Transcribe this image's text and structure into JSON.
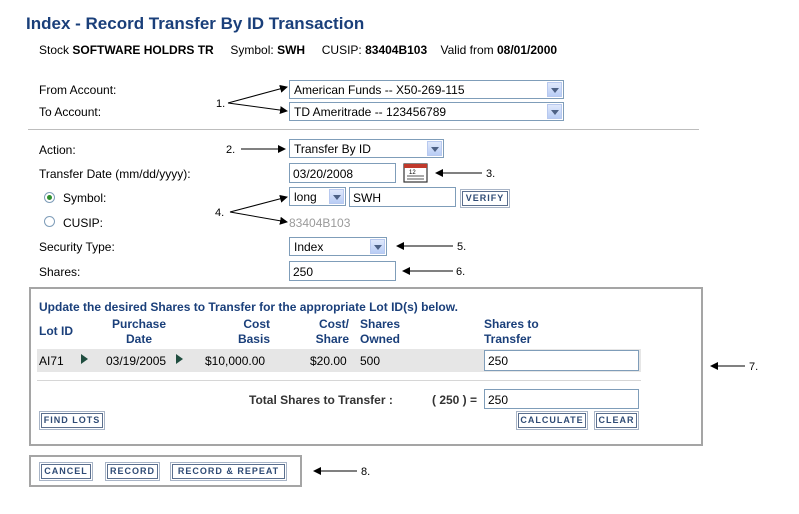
{
  "page_title": "Index - Record Transfer By ID Transaction",
  "stock": {
    "stock_label": "Stock",
    "stock_name": "SOFTWARE HOLDRS TR",
    "symbol_label": "Symbol:",
    "symbol": "SWH",
    "cusip_label": "CUSIP:",
    "cusip": "83404B103",
    "valid_label": "Valid from",
    "valid_date": "08/01/2000"
  },
  "accounts": {
    "from_label": "From Account:",
    "from_value": "American Funds -- X50-269-115",
    "to_label": "To Account:",
    "to_value": "TD Ameritrade -- 123456789"
  },
  "form": {
    "action_label": "Action:",
    "action_value": "Transfer By ID",
    "date_label": "Transfer Date (mm/dd/yyyy):",
    "date_value": "03/20/2008",
    "symbol_label": "Symbol:",
    "position_value": "long",
    "symbol_value": "SWH",
    "verify_label": "VERIFY",
    "cusip_label": "CUSIP:",
    "cusip_value": "83404B103",
    "security_type_label": "Security Type:",
    "security_type_value": "Index",
    "shares_label": "Shares:",
    "shares_value": "250"
  },
  "lots": {
    "instruction": "Update the desired Shares to Transfer for the appropriate Lot ID(s) below.",
    "headers": {
      "lot_id": "Lot ID",
      "purchase_1": "Purchase",
      "purchase_2": "Date",
      "cost_1": "Cost",
      "cost_2": "Basis",
      "cps_1": "Cost/",
      "cps_2": "Share",
      "owned_1": "Shares",
      "owned_2": "Owned",
      "transfer_1": "Shares to",
      "transfer_2": "Transfer"
    },
    "rows": [
      {
        "lot_id": "AI71",
        "purchase_date": "03/19/2005",
        "cost_basis": "$10,000.00",
        "cost_per_share": "$20.00",
        "shares_owned": "500",
        "shares_to_transfer": "250"
      }
    ],
    "total_label": "Total Shares to Transfer :",
    "total_calc": "( 250 ) =",
    "total_value": "250",
    "find_lots_label": "FIND LOTS",
    "calculate_label": "CALCULATE",
    "clear_label": "CLEAR"
  },
  "actions": {
    "cancel_label": "CANCEL",
    "record_label": "RECORD",
    "record_repeat_label": "RECORD & REPEAT"
  },
  "callouts": {
    "n1": "1.",
    "n2": "2.",
    "n3": "3.",
    "n4": "4.",
    "n5": "5.",
    "n6": "6.",
    "n7": "7.",
    "n8": "8."
  },
  "icons": {
    "calendar": "calendar-icon",
    "dropdown": "chevron-down-icon",
    "expand": "triangle-right-icon"
  }
}
